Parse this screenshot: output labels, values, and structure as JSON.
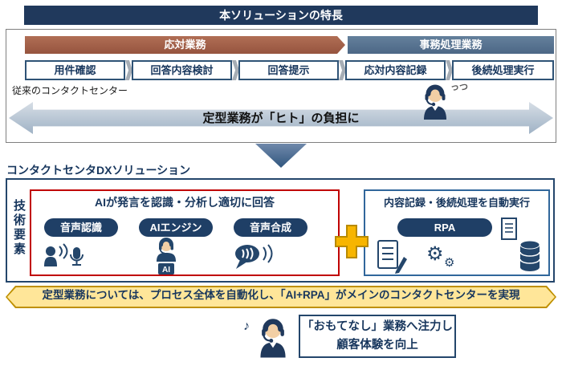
{
  "title": "本ソリューションの特長",
  "workflow": {
    "categories": [
      {
        "label": "応対業務"
      },
      {
        "label": "事務処理業務"
      }
    ],
    "steps": [
      {
        "label": "用件確認"
      },
      {
        "label": "回答内容検討"
      },
      {
        "label": "回答提示"
      },
      {
        "label": "応対内容記録"
      },
      {
        "label": "後続処理実行"
      }
    ],
    "legacy_label": "従来のコンタクトセンター",
    "burden_text": "定型業務が「ヒト」の負担に",
    "stress_mark": "っつ"
  },
  "dx": {
    "heading": "コンタクトセンタDXソリューション",
    "tech_label": "技術要素",
    "ai_box": {
      "title": "AIが発言を認識・分析し適切に回答",
      "pills": [
        {
          "label": "音声認識"
        },
        {
          "label": "AIエンジン"
        },
        {
          "label": "音声合成"
        }
      ],
      "ai_badge": "AI"
    },
    "rpa_box": {
      "title": "内容記録・後続処理を自動実行",
      "pill": "RPA"
    },
    "banner_text": "定型業務については、プロセス全体を自動化し、「AI+RPA」がメインのコンタクトセンターを実現",
    "outcome": {
      "line1": "「おもてなし」業務へ注力し",
      "line2": "顧客体験を向上"
    }
  },
  "icons": {
    "gear": "⚙",
    "note": "♪"
  },
  "colors": {
    "navy": "#20395c",
    "taiou_brown": "#a05c44",
    "jimu_blue": "#54718e",
    "red_border": "#c00000",
    "blue_border": "#31679b",
    "gold_plus": "#f7b500",
    "banner_fill": "#ffe699",
    "banner_border": "#bf9000"
  }
}
